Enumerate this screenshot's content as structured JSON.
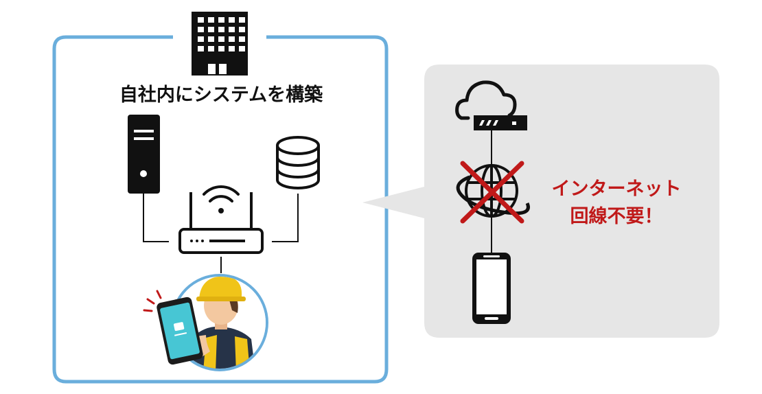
{
  "left_panel": {
    "title": "自社内にシステムを構築",
    "frame_color": "#6aaedc"
  },
  "right_panel": {
    "warning_line1": "インターネット",
    "warning_line2": "回線不要！",
    "warning_color": "#c01919",
    "bubble_color": "#e6e6e6"
  },
  "icons": {
    "building": "office-building-icon",
    "server": "server-tower-icon",
    "database": "database-icon",
    "router": "wifi-router-icon",
    "worker": "worker-with-smartphone-illustration",
    "cloud": "cloud-icon",
    "modem": "modem-icon",
    "internet": "globe-icon",
    "cross": "red-cross-mark",
    "phone": "smartphone-icon"
  }
}
